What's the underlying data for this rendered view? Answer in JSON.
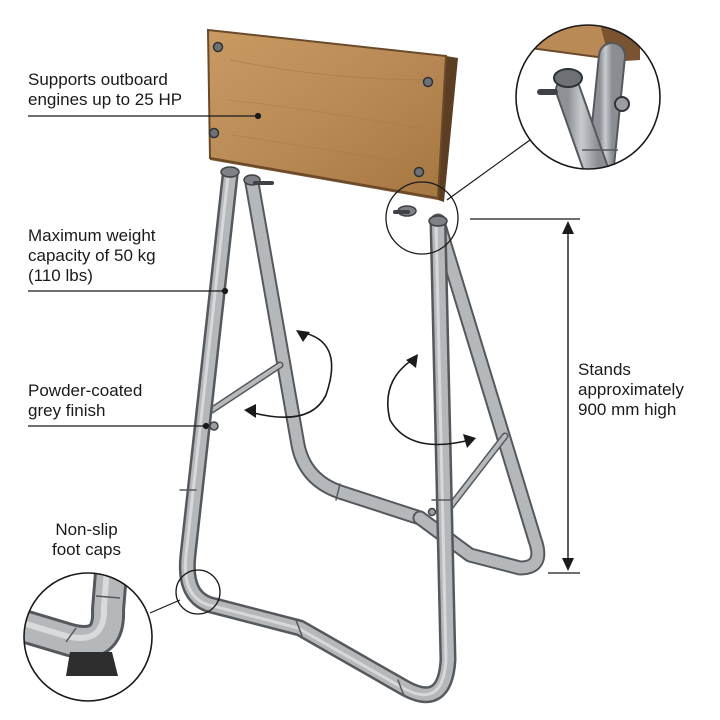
{
  "callouts": {
    "engines": "Supports outboard\nengines up to 25 HP",
    "weight": "Maximum weight\ncapacity of 50 kg\n(110 lbs)",
    "finish": "Powder-coated\ngrey finish",
    "foot_caps": "Non-slip\nfoot caps",
    "height": "Stands\napproximately\n900 mm high"
  },
  "colors": {
    "tube": "#a9adb1",
    "tube_edge": "#55595d",
    "wood": "#b98a56",
    "wood_edge": "#6b4a2a",
    "ink": "#1a1a1a"
  },
  "icons": [
    "rotation-arrow-icon",
    "height-dimension-arrow-icon",
    "detail-magnifier-circle"
  ]
}
